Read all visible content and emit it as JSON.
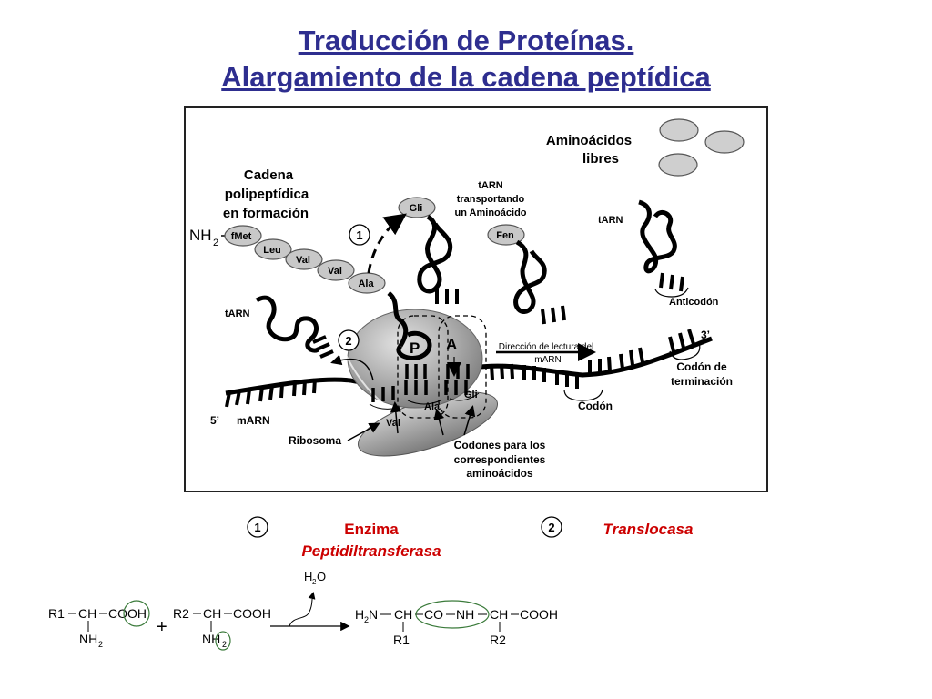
{
  "title": {
    "line1": "Traducción de Proteínas.",
    "line2": "Alargamiento de la cadena peptídica"
  },
  "diagram": {
    "free_amino_acids": [
      "Aminoácidos",
      "libres"
    ],
    "polypeptide_label": [
      "Cadena",
      "polipeptídica",
      "en formación"
    ],
    "nh2": "NH",
    "nh2_sub": "2",
    "chain": [
      "fMet",
      "Leu",
      "Val",
      "Val",
      "Ala"
    ],
    "trna_carrying": [
      "tARN",
      "transportando",
      "un Aminoácido"
    ],
    "gli": "Gli",
    "fen": "Fen",
    "trna": "tARN",
    "anticodon": "Anticodón",
    "step1": "1",
    "step2": "2",
    "site_p": "P",
    "site_a": "A",
    "reading_direction": [
      "Dirección de lectura del",
      "mARN"
    ],
    "three_prime": "3’",
    "five_prime": "5’",
    "stop_codon": [
      "Codón de",
      "terminación"
    ],
    "codon": "Codón",
    "marn": "mARN",
    "ribosome": "Ribosoma",
    "codons_for": [
      "Codones para los",
      "correspondientes",
      "aminoácidos"
    ],
    "ribosome_aa": [
      "Val",
      "Ala",
      "Gli"
    ]
  },
  "enzymes": {
    "n1": "1",
    "enzyme_word": "Enzima",
    "enzyme_name": "Peptidiltransferasa",
    "n2": "2",
    "translocase": "Translocasa"
  },
  "reaction": {
    "r1": "R1",
    "ch": "CH",
    "cooh": "COOH",
    "nh": "NH",
    "sub2": "2",
    "plus": "+",
    "r2": "R2",
    "h2o_h": "H",
    "h2o_o": "O",
    "h2n_h": "H",
    "h2n_n": "N",
    "co": "CO",
    "colors": {
      "title": "#2e2e8f",
      "enzyme": "#cc0000",
      "circle": "#3a7a3a"
    }
  }
}
